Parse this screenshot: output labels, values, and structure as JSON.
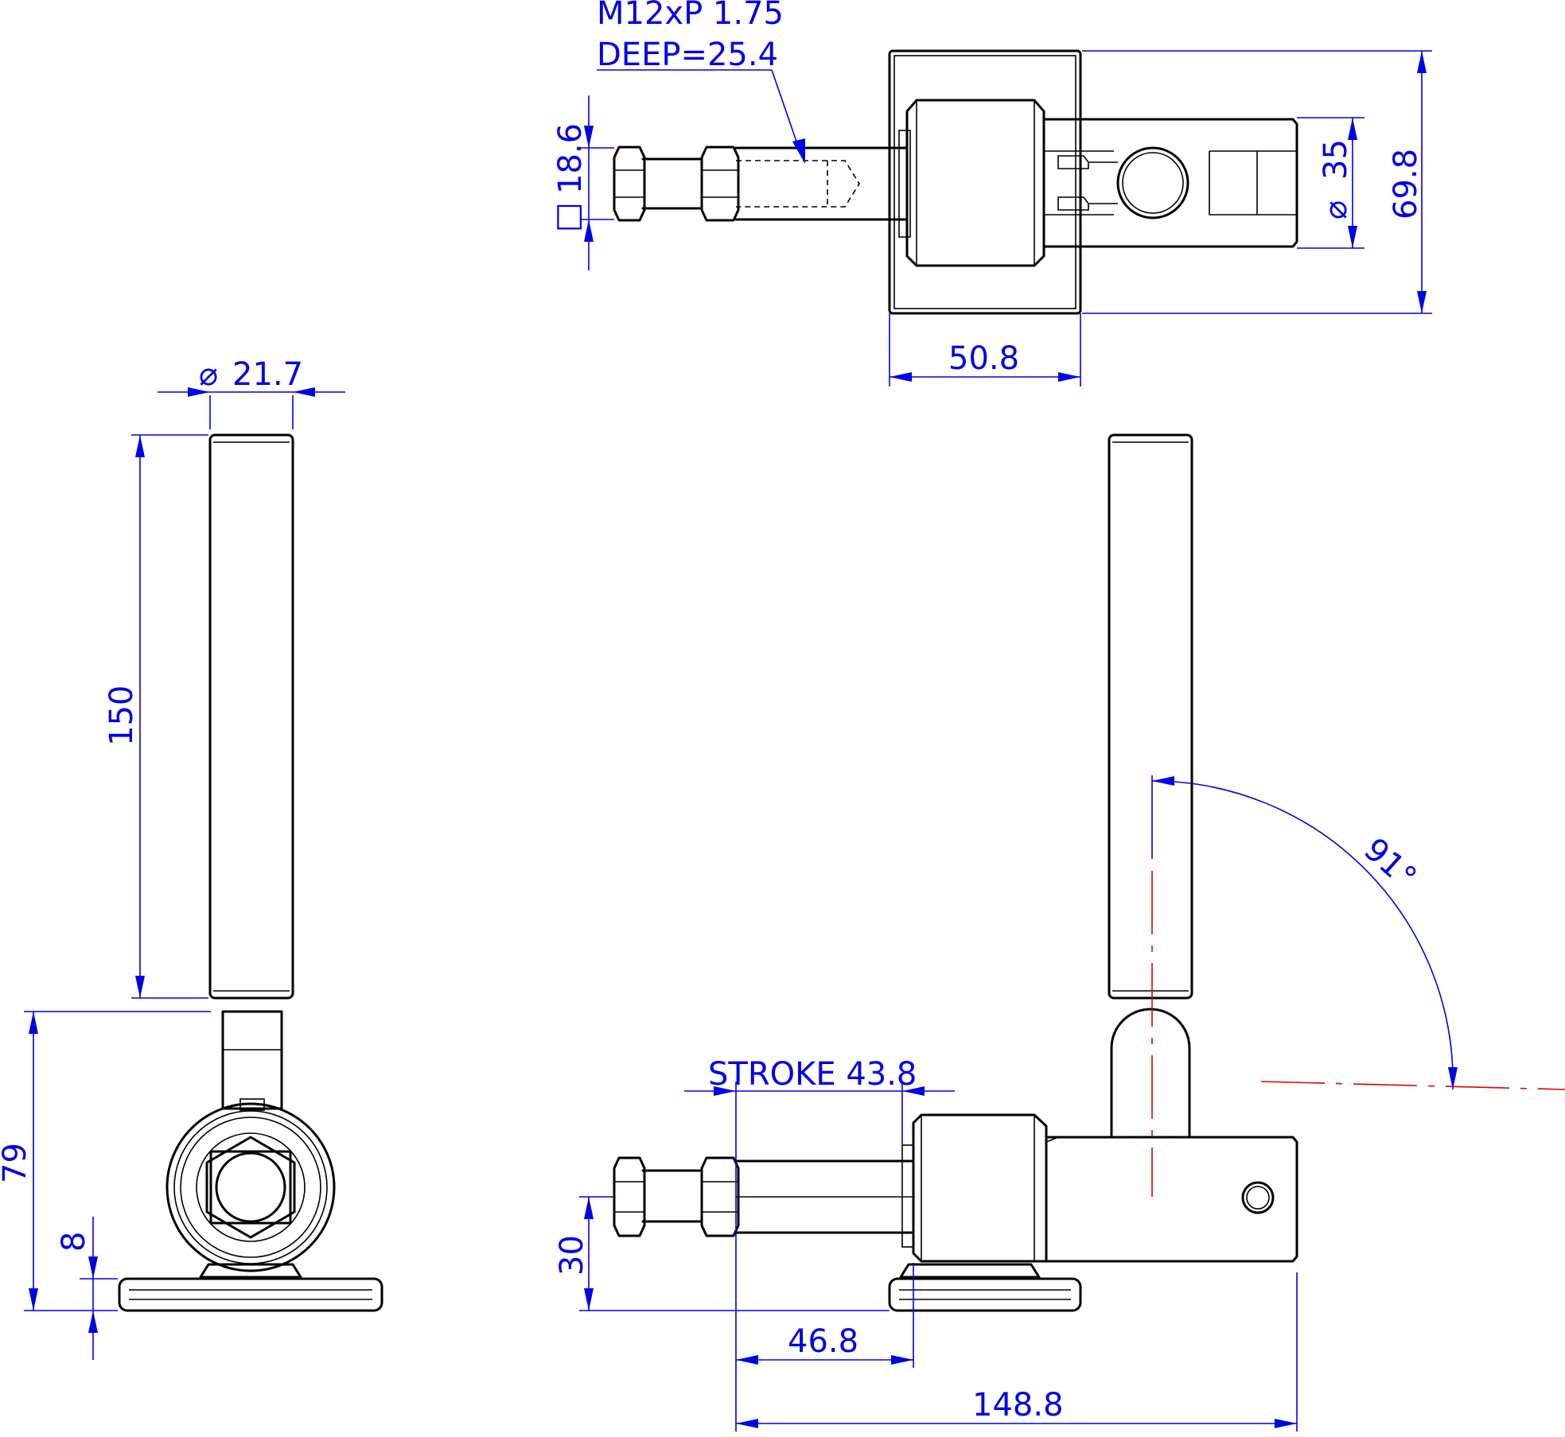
{
  "colors": {
    "part": "#000000",
    "dimension": "#0000e6",
    "centerline": "#e00000",
    "background": "#ffffff"
  },
  "dimensions": {
    "thread": "M12xP 1.75",
    "deep": "DEEP=25.4",
    "square_symbol": "□",
    "square": "18.6",
    "dia_symbol": "⌀",
    "dia_top": "35",
    "height_top": "69.8",
    "width_top": "50.8",
    "dia_handle": "21.7",
    "handle_len": "150",
    "height_side": "79",
    "base_thk": "8",
    "angle": "91°",
    "stroke": "STROKE 43.8",
    "spindle_h": "30",
    "base_to_spindle": "46.8",
    "overall_len": "148.8"
  }
}
